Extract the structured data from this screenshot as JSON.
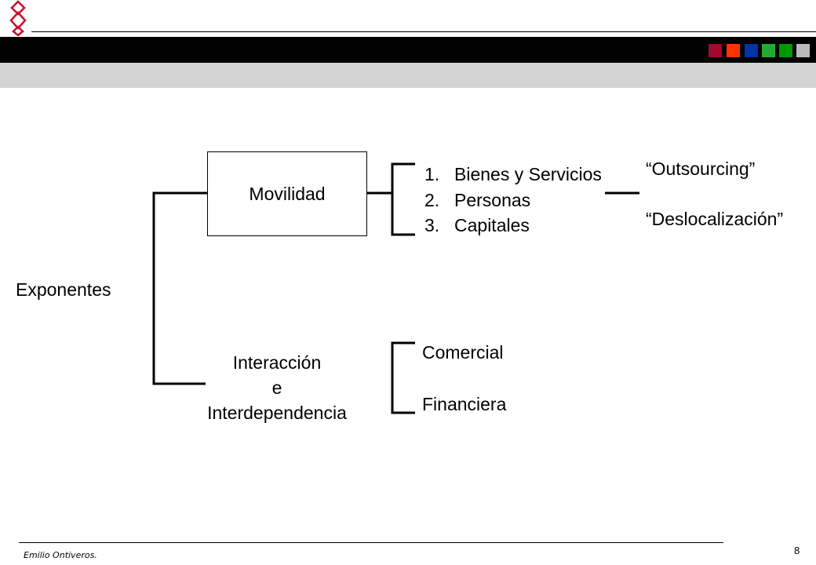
{
  "header": {
    "color_squares": [
      "#a3082d",
      "#ff3300",
      "#0033aa",
      "#22aa33",
      "#009900",
      "#bbbbbb"
    ]
  },
  "diagram": {
    "root": "Exponentes",
    "movilidad": {
      "label": "Movilidad",
      "items": [
        {
          "num": "1.",
          "text": "Bienes y Servicios"
        },
        {
          "num": "2.",
          "text": "Personas"
        },
        {
          "num": "3.",
          "text": "Capitales"
        }
      ],
      "outcomes": [
        "“Outsourcing”",
        "“Deslocalización”"
      ]
    },
    "interaccion": {
      "lines": [
        "Interacción",
        "e",
        "Interdependencia"
      ],
      "items": [
        "Comercial",
        "Financiera"
      ]
    }
  },
  "footer": {
    "author": "Emilio Ontiveros.",
    "page": "8"
  }
}
